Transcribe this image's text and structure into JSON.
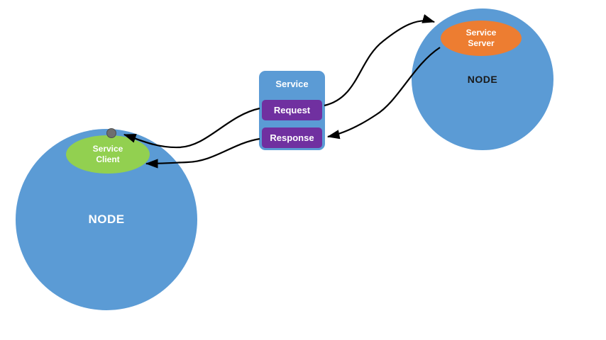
{
  "diagram": {
    "left_node": {
      "label": "NODE"
    },
    "right_node": {
      "label": "NODE"
    },
    "service_client": {
      "line1": "Service",
      "line2": "Client"
    },
    "service_server": {
      "line1": "Service",
      "line2": "Server"
    },
    "service": {
      "title": "Service",
      "request": "Request",
      "response": "Response"
    },
    "colors": {
      "node_fill": "#5b9bd5",
      "client_fill": "#92d050",
      "server_fill": "#ed7d31",
      "action_fill": "#7030a0",
      "arrow": "#000000",
      "dot": "#6e6e6e"
    }
  }
}
